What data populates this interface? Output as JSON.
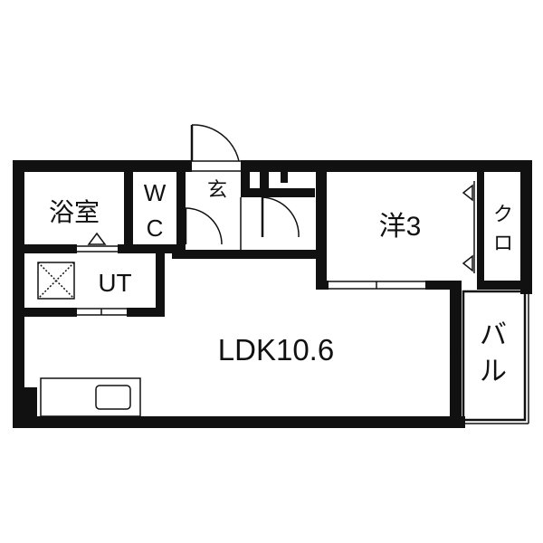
{
  "colors": {
    "wall": "#111111",
    "background": "#ffffff"
  },
  "rooms": {
    "bath": "浴室",
    "wc_w": "W",
    "wc_c": "C",
    "entrance": "玄",
    "washroom": "UT",
    "bedroom": "洋3",
    "closet_1": "ク",
    "closet_2": "ロ",
    "ldk": "LDK10.6",
    "balcony_1": "バ",
    "balcony_2": "ル"
  },
  "icons": [
    "washing-machine-icon",
    "kitchen-sink-icon",
    "door-swing-icon",
    "fridge-space-icon"
  ]
}
